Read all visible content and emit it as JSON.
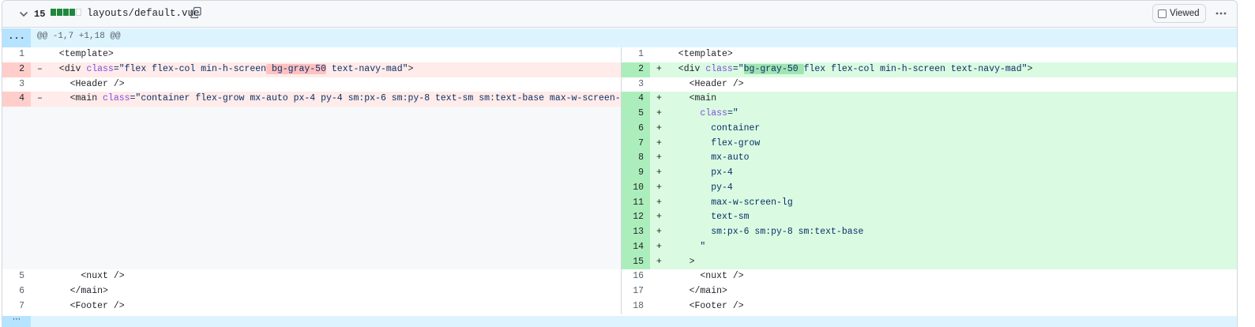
{
  "header": {
    "changes": "15",
    "diffstat": [
      "add",
      "add",
      "add",
      "add",
      "neutral"
    ],
    "filename": "layouts/default.vue",
    "viewed_label": "Viewed",
    "icons": {
      "toggle": "chevron-down-icon",
      "copy": "copy-icon",
      "menu": "kebab-horizontal-icon"
    }
  },
  "hunk": {
    "expand_label": "...",
    "header": "@@ -1,7 +1,18 @@"
  },
  "bottom_expand": {
    "label": "⋯"
  },
  "left_lines": [
    {
      "n": "1",
      "type": "ctx",
      "segments": [
        {
          "t": "  <template>"
        }
      ]
    },
    {
      "n": "2",
      "type": "del",
      "segments": [
        {
          "t": "  <div "
        },
        {
          "t": "class",
          "c": "attr"
        },
        {
          "t": "=\"flex flex-col min-h-screen",
          "c": "str"
        },
        {
          "t": " bg-gray-50",
          "c": "str",
          "w": "wdel"
        },
        {
          "t": " text-navy-mad\"",
          "c": "str"
        },
        {
          "t": ">"
        }
      ]
    },
    {
      "n": "3",
      "type": "ctx",
      "segments": [
        {
          "t": "    <Header />"
        }
      ]
    },
    {
      "n": "4",
      "type": "del",
      "segments": [
        {
          "t": "    <main "
        },
        {
          "t": "class",
          "c": "attr"
        },
        {
          "t": "=\"container flex-grow mx-auto px-4 py-4 sm:px-6 sm:py-8 text-sm sm:text-base max-w-screen-lg\"",
          "c": "str"
        },
        {
          "t": ">"
        }
      ]
    },
    {
      "n": "",
      "type": "empty",
      "segments": []
    },
    {
      "n": "",
      "type": "empty",
      "segments": []
    },
    {
      "n": "",
      "type": "empty",
      "segments": []
    },
    {
      "n": "",
      "type": "empty",
      "segments": []
    },
    {
      "n": "",
      "type": "empty",
      "segments": []
    },
    {
      "n": "",
      "type": "empty",
      "segments": []
    },
    {
      "n": "",
      "type": "empty",
      "segments": []
    },
    {
      "n": "",
      "type": "empty",
      "segments": []
    },
    {
      "n": "",
      "type": "empty",
      "segments": []
    },
    {
      "n": "",
      "type": "empty",
      "segments": []
    },
    {
      "n": "",
      "type": "empty",
      "segments": []
    },
    {
      "n": "5",
      "type": "ctx",
      "segments": [
        {
          "t": "      <nuxt />"
        }
      ]
    },
    {
      "n": "6",
      "type": "ctx",
      "segments": [
        {
          "t": "    </main>"
        }
      ]
    },
    {
      "n": "7",
      "type": "ctx",
      "segments": [
        {
          "t": "    <Footer />"
        }
      ]
    }
  ],
  "right_lines": [
    {
      "n": "1",
      "type": "ctx",
      "segments": [
        {
          "t": "  <template>"
        }
      ]
    },
    {
      "n": "2",
      "type": "add",
      "segments": [
        {
          "t": "  <div "
        },
        {
          "t": "class",
          "c": "attr"
        },
        {
          "t": "=\"",
          "c": "str"
        },
        {
          "t": "bg-gray-50 ",
          "c": "str",
          "w": "wadd"
        },
        {
          "t": "flex flex-col min-h-screen text-navy-mad\"",
          "c": "str"
        },
        {
          "t": ">"
        }
      ]
    },
    {
      "n": "3",
      "type": "ctx",
      "segments": [
        {
          "t": "    <Header />"
        }
      ]
    },
    {
      "n": "4",
      "type": "add",
      "segments": [
        {
          "t": "    <main"
        }
      ]
    },
    {
      "n": "5",
      "type": "add",
      "segments": [
        {
          "t": "      "
        },
        {
          "t": "class",
          "c": "attr"
        },
        {
          "t": "=\"",
          "c": "str"
        }
      ]
    },
    {
      "n": "6",
      "type": "add",
      "segments": [
        {
          "t": "        container",
          "c": "str"
        }
      ]
    },
    {
      "n": "7",
      "type": "add",
      "segments": [
        {
          "t": "        flex-grow",
          "c": "str"
        }
      ]
    },
    {
      "n": "8",
      "type": "add",
      "segments": [
        {
          "t": "        mx-auto",
          "c": "str"
        }
      ]
    },
    {
      "n": "9",
      "type": "add",
      "segments": [
        {
          "t": "        px-4",
          "c": "str"
        }
      ]
    },
    {
      "n": "10",
      "type": "add",
      "segments": [
        {
          "t": "        py-4",
          "c": "str"
        }
      ]
    },
    {
      "n": "11",
      "type": "add",
      "segments": [
        {
          "t": "        max-w-screen-lg",
          "c": "str"
        }
      ]
    },
    {
      "n": "12",
      "type": "add",
      "segments": [
        {
          "t": "        text-sm",
          "c": "str"
        }
      ]
    },
    {
      "n": "13",
      "type": "add",
      "segments": [
        {
          "t": "        sm:px-6 sm:py-8 sm:text-base",
          "c": "str"
        }
      ]
    },
    {
      "n": "14",
      "type": "add",
      "segments": [
        {
          "t": "      \"",
          "c": "str"
        }
      ]
    },
    {
      "n": "15",
      "type": "add",
      "segments": [
        {
          "t": "    >"
        }
      ]
    },
    {
      "n": "16",
      "type": "ctx",
      "segments": [
        {
          "t": "      <nuxt />"
        }
      ]
    },
    {
      "n": "17",
      "type": "ctx",
      "segments": [
        {
          "t": "    </main>"
        }
      ]
    },
    {
      "n": "18",
      "type": "ctx",
      "segments": [
        {
          "t": "    <Footer />"
        }
      ]
    }
  ]
}
